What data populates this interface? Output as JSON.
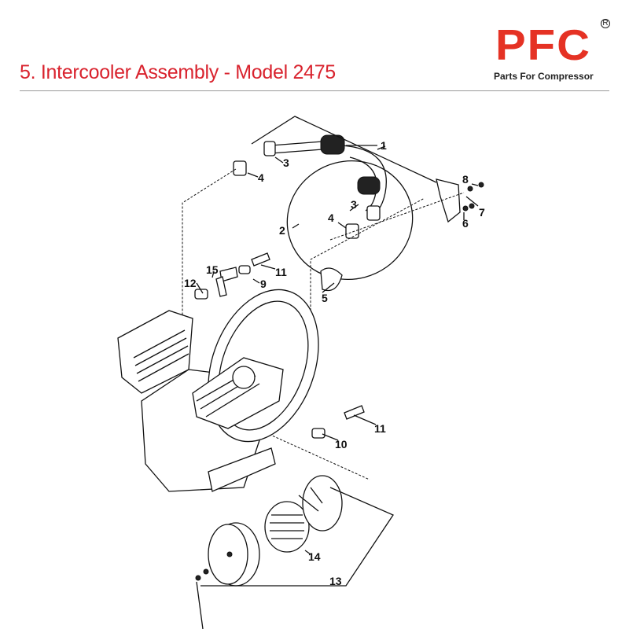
{
  "header": {
    "title": "5. Intercooler Assembly - Model 2475"
  },
  "logo": {
    "letters": "PFC",
    "registered": "R",
    "tagline": "Parts For Compressor",
    "color": "#e53224"
  },
  "diagram": {
    "callouts": [
      "1",
      "2",
      "3",
      "3",
      "4",
      "4",
      "5",
      "6",
      "7",
      "8",
      "9",
      "10",
      "11",
      "11",
      "12",
      "13",
      "14",
      "15"
    ]
  }
}
